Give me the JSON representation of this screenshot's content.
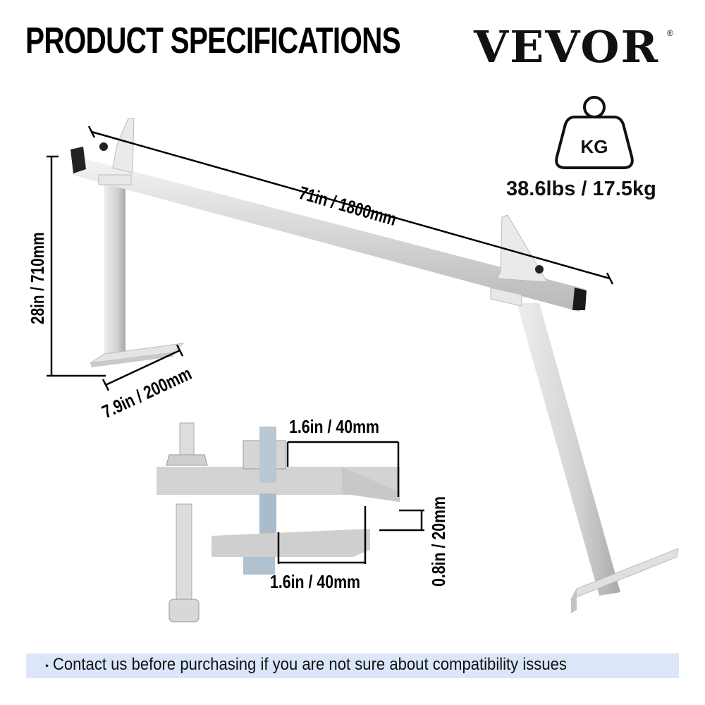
{
  "header": {
    "title": "PRODUCT SPECIFICATIONS",
    "brand": "VEVOR",
    "brand_mark": "®"
  },
  "weight": {
    "icon": "weight-kg-icon",
    "icon_label": "KG",
    "value": "38.6lbs / 17.5kg"
  },
  "dimensions": {
    "bar_length": "71in / 1800mm",
    "height": "28in / 710mm",
    "foot_width": "7.9in / 200mm",
    "clamp_top_depth": "1.6in / 40mm",
    "clamp_bottom_depth": "1.6in / 40mm",
    "clamp_opening": "0.8in / 20mm"
  },
  "notice": {
    "bullet": "⋆",
    "text": "Contact us before purchasing if you are not sure about compatibility issues"
  },
  "colors": {
    "banner_bg": "#dbe6f8",
    "metal": "#d9d9d9",
    "text": "#000000"
  }
}
